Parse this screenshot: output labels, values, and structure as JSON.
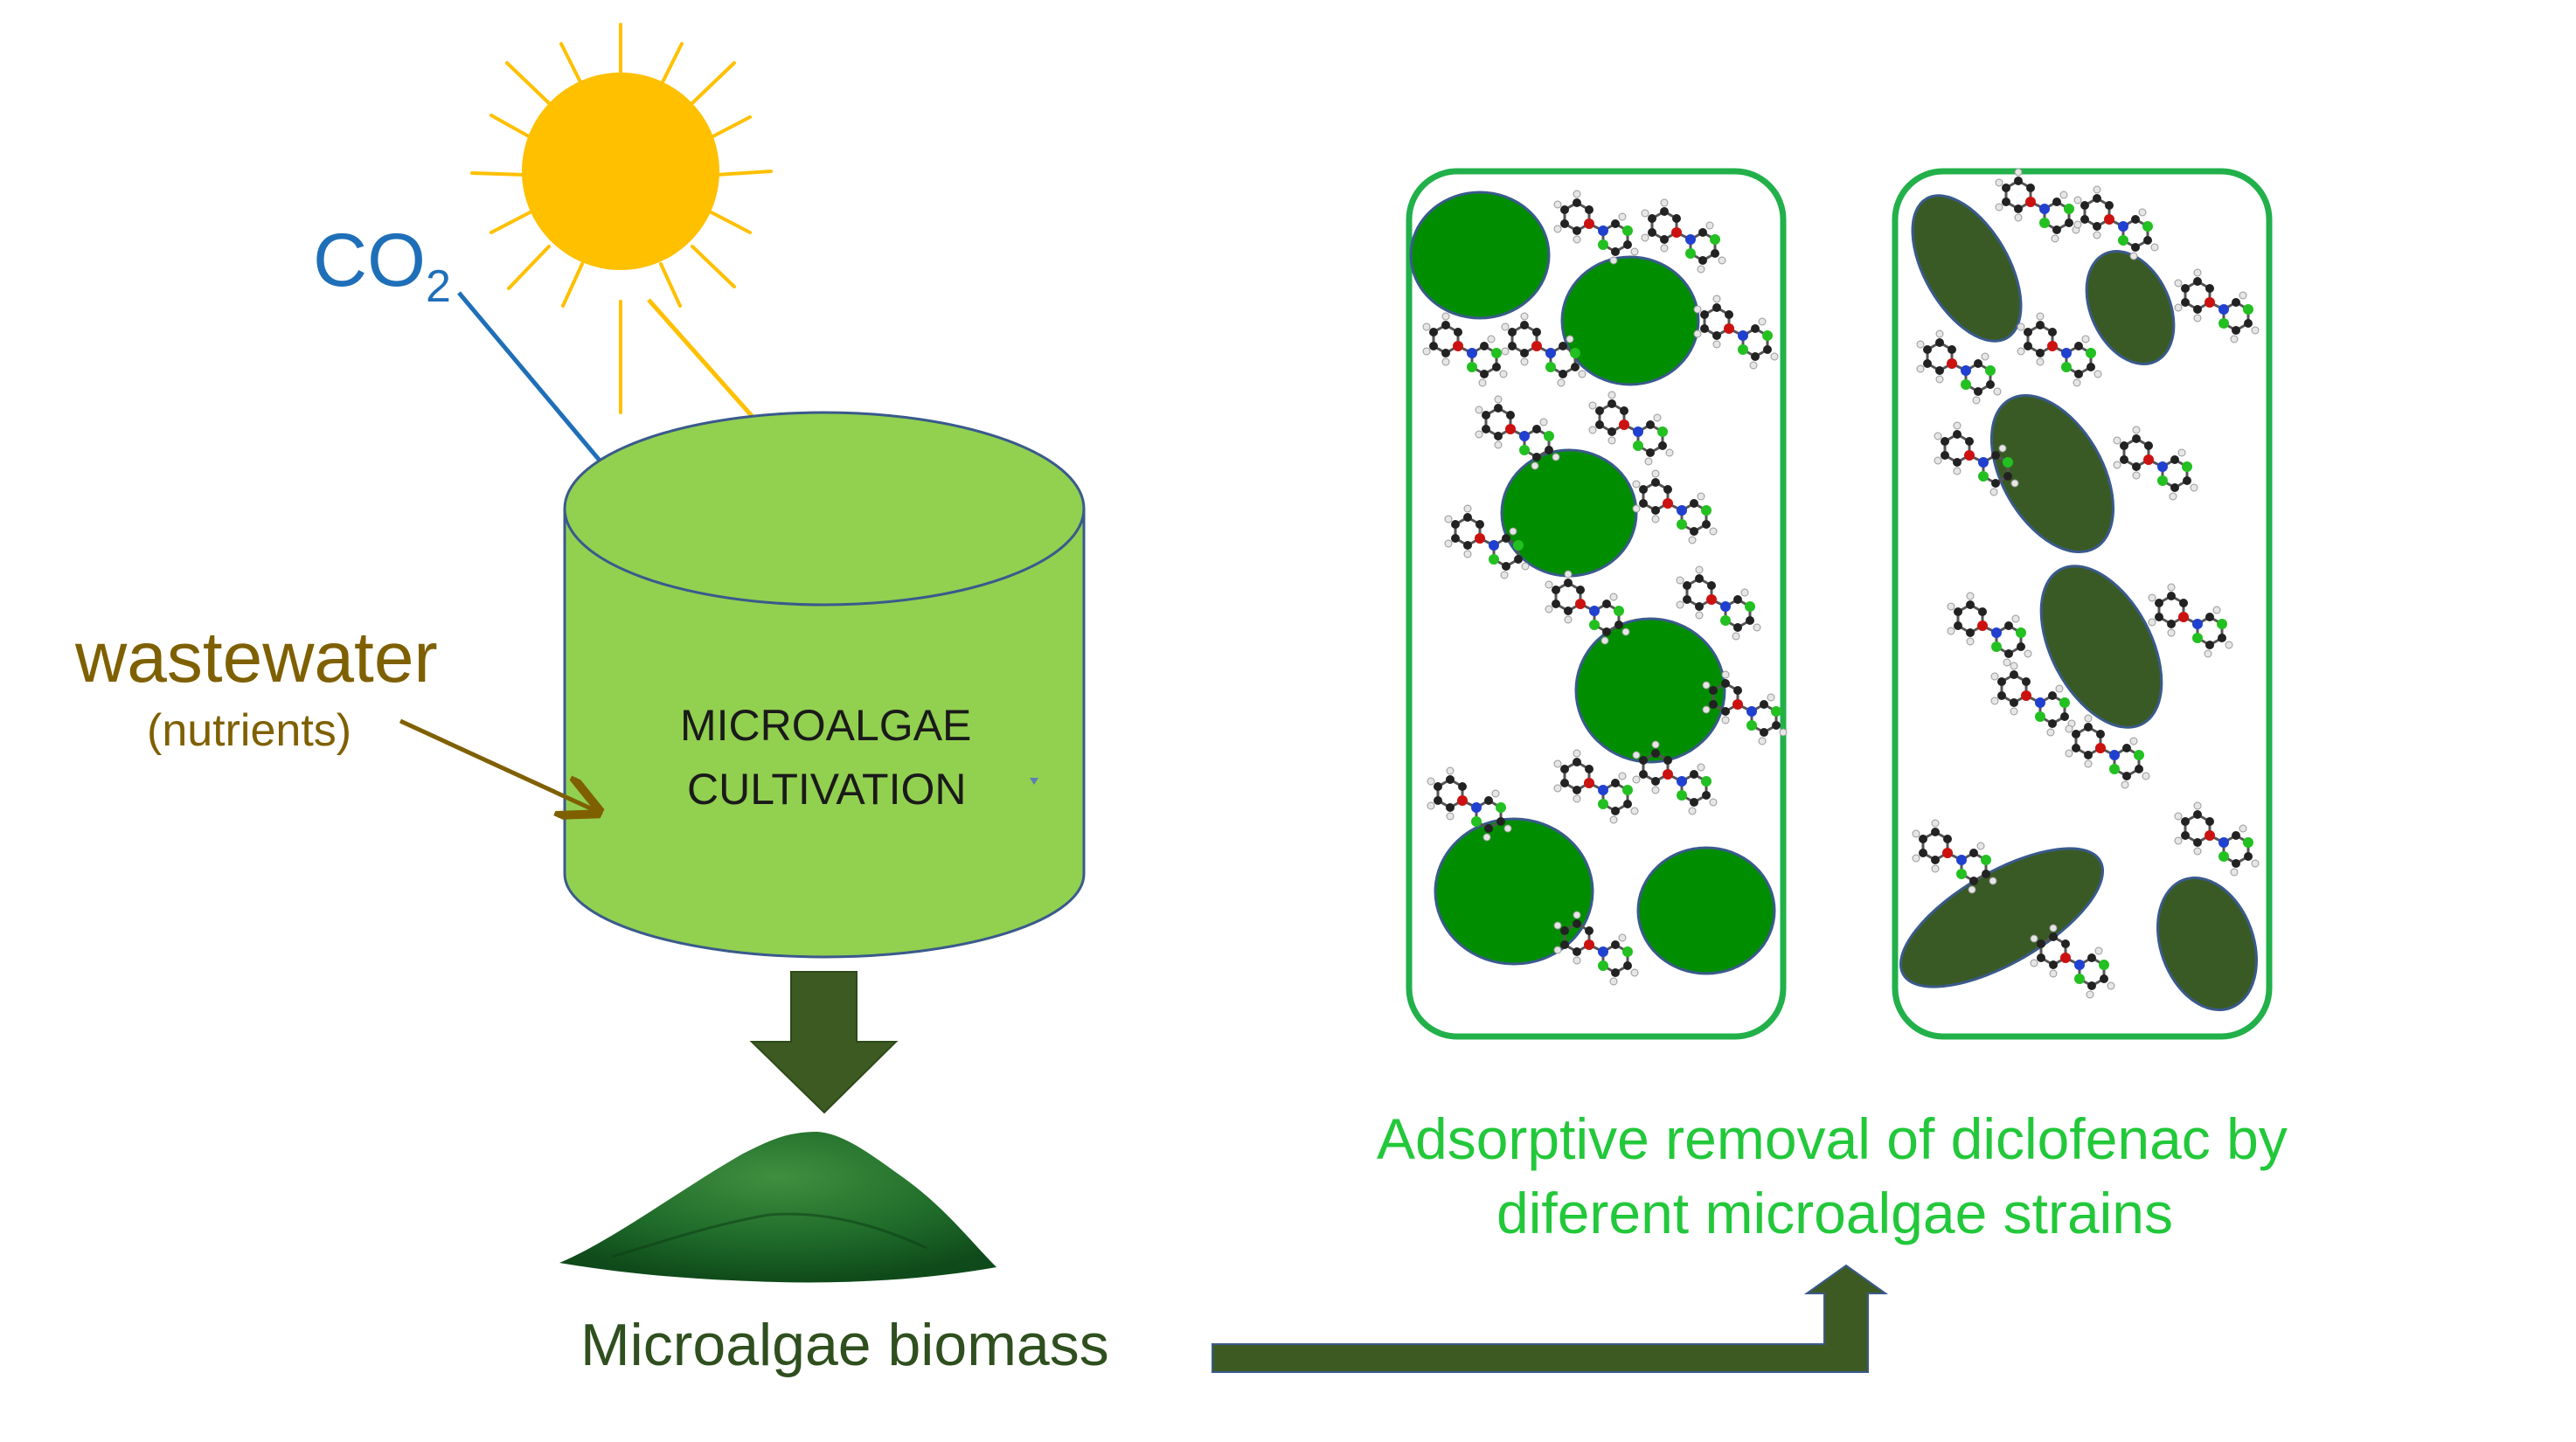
{
  "labels": {
    "co2": "CO",
    "co2_subscript": "2",
    "wastewater": "wastewater",
    "nutrients": "(nutrients)",
    "cultivation_line1": "MICROALGAE",
    "cultivation_line2": "CULTIVATION",
    "biomass": "Microalgae biomass",
    "caption_line1": "Adsorptive removal of diclofenac by",
    "caption_line2": "diferent microalgae strains"
  },
  "colors": {
    "sun": "#ffc000",
    "co2": "#1f6fb8",
    "wastewater": "#7f6000",
    "cultivator": "#92d050",
    "cultivator_outline": "#3a5a8c",
    "dark_arrow": "#3d5a23",
    "panel_border": "#22b04a",
    "cell_round": "#008e00",
    "cell_elongated": "#3a5a25",
    "caption": "#22c83a"
  },
  "icons": {
    "sun": "sun-icon",
    "molecule": "diclofenac-molecule-icon",
    "powder": "algae-powder-pile-icon"
  }
}
